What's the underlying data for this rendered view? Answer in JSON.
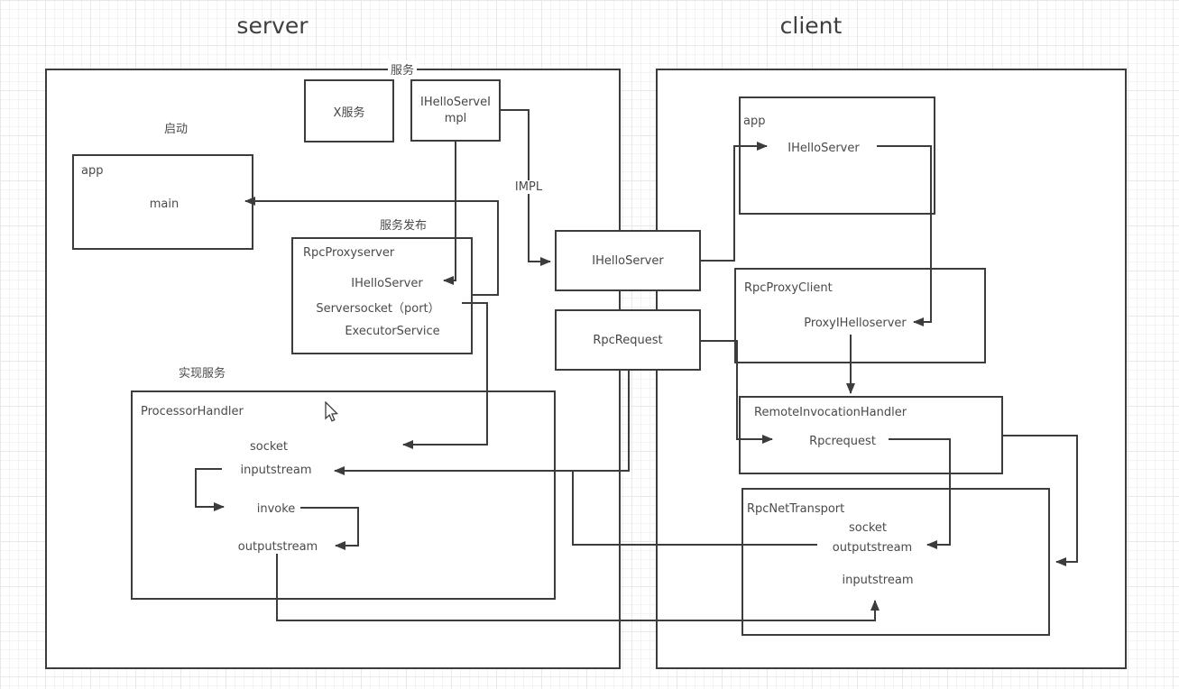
{
  "titles": {
    "server": "server",
    "client": "client"
  },
  "labels": {
    "service": "服务",
    "start": "启动",
    "service_publish": "服务发布",
    "implement_service": "实现服务",
    "impl_edge": "IMPL"
  },
  "server": {
    "x_service_box": {
      "label": "X服务"
    },
    "ihello_impl_box": {
      "line1": "IHelloServeI",
      "line2": "mpl"
    },
    "app_box": {
      "title": "app",
      "member": "main"
    },
    "rpc_proxy_server": {
      "title": "RpcProxyserver",
      "members": [
        "IHelloServer",
        "Serversocket（port）",
        "ExecutorService"
      ]
    },
    "processor_handler": {
      "title": "ProcessorHandler",
      "members": [
        "socket",
        "inputstream",
        "invoke",
        "outputstream"
      ]
    }
  },
  "middle": {
    "ihello_server_box": {
      "label": "IHelloServer"
    },
    "rpc_request_box": {
      "label": "RpcRequest"
    }
  },
  "client": {
    "app_box": {
      "title": "app",
      "member": "IHelloServer"
    },
    "rpc_proxy_client": {
      "title": "RpcProxyClient",
      "member": "ProxyIHelloserver"
    },
    "remote_invocation_handler": {
      "title": "RemoteInvocationHandler",
      "member": "Rpcrequest"
    },
    "rpc_net_transport": {
      "title": "RpcNetTransport",
      "members": [
        "socket",
        "outputstream",
        "inputstream"
      ]
    }
  },
  "colors": {
    "stroke": "#3c3c3c",
    "text": "#4a4a4a",
    "background": "#ffffff"
  }
}
